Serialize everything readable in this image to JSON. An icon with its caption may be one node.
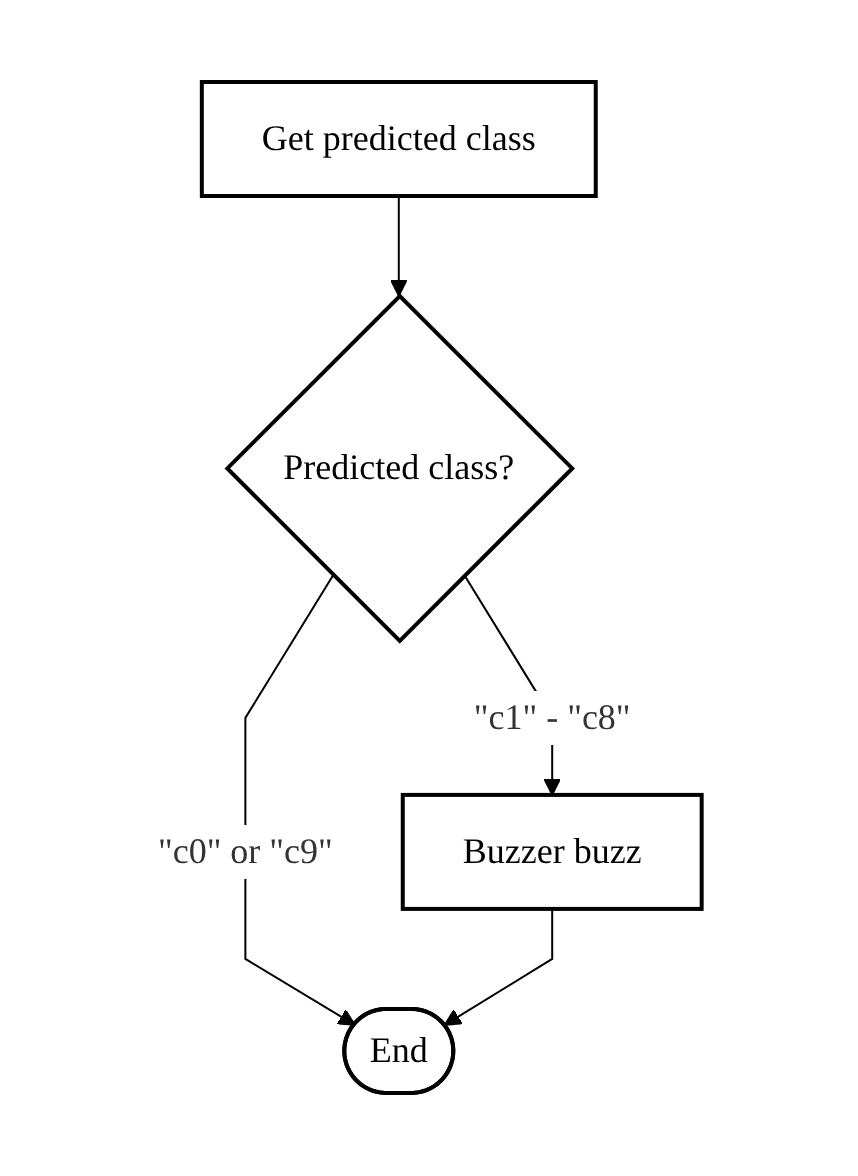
{
  "diagram": {
    "nodes": [
      {
        "text": [
          "Get predicted class"
        ]
      },
      {
        "text": [
          "Predicted class?"
        ]
      },
      {
        "text": [
          "Buzzer buzz"
        ]
      },
      {
        "text": [
          "End"
        ]
      }
    ],
    "edges": [
      {
        "from": 0,
        "to": 1,
        "arrow": "to"
      },
      {
        "from": 1,
        "to": 2,
        "arrow": "to",
        "label": "\"c1\" - \"c8\""
      },
      {
        "from": 1,
        "to": 3,
        "arrow": "to",
        "label": "\"c0\" or \"c9\""
      },
      {
        "from": 2,
        "to": 3,
        "arrow": "to"
      }
    ]
  }
}
